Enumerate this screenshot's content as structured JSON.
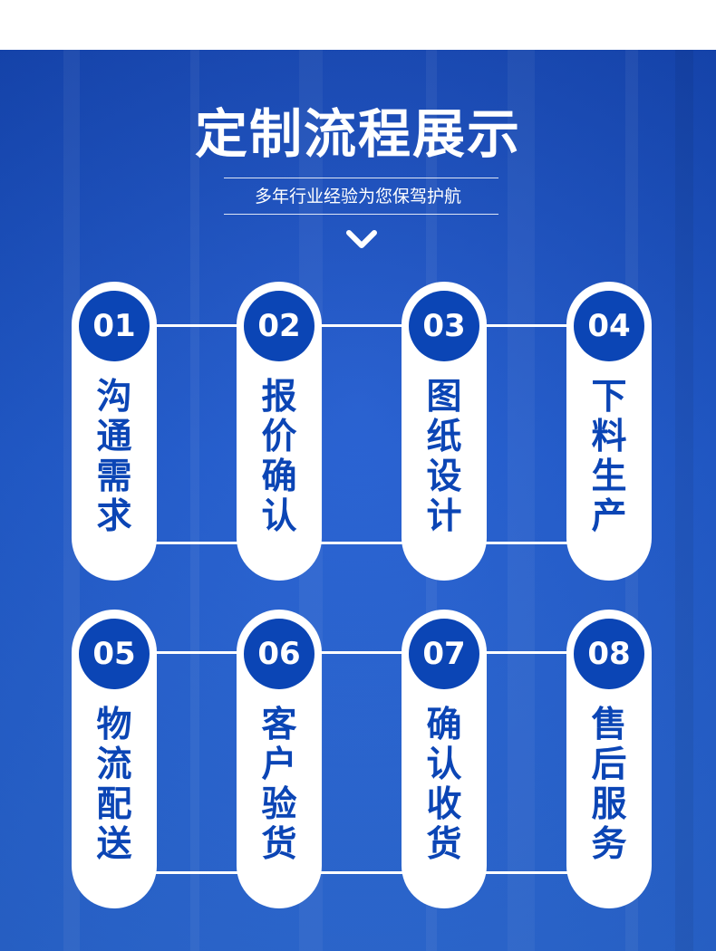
{
  "header": {
    "title": "定制流程展示",
    "subtitle": "多年行业经验为您保驾护航"
  },
  "colors": {
    "accent": "#0b45b5",
    "background": "#1e5ad0",
    "card": "#ffffff"
  },
  "icons": {
    "scroll_indicator": "chevron-down-icon"
  },
  "steps": [
    {
      "number": "01",
      "label": [
        "沟",
        "通",
        "需",
        "求"
      ]
    },
    {
      "number": "02",
      "label": [
        "报",
        "价",
        "确",
        "认"
      ]
    },
    {
      "number": "03",
      "label": [
        "图",
        "纸",
        "设",
        "计"
      ]
    },
    {
      "number": "04",
      "label": [
        "下",
        "料",
        "生",
        "产"
      ]
    },
    {
      "number": "05",
      "label": [
        "物",
        "流",
        "配",
        "送"
      ]
    },
    {
      "number": "06",
      "label": [
        "客",
        "户",
        "验",
        "货"
      ]
    },
    {
      "number": "07",
      "label": [
        "确",
        "认",
        "收",
        "货"
      ]
    },
    {
      "number": "08",
      "label": [
        "售",
        "后",
        "服",
        "务"
      ]
    }
  ]
}
